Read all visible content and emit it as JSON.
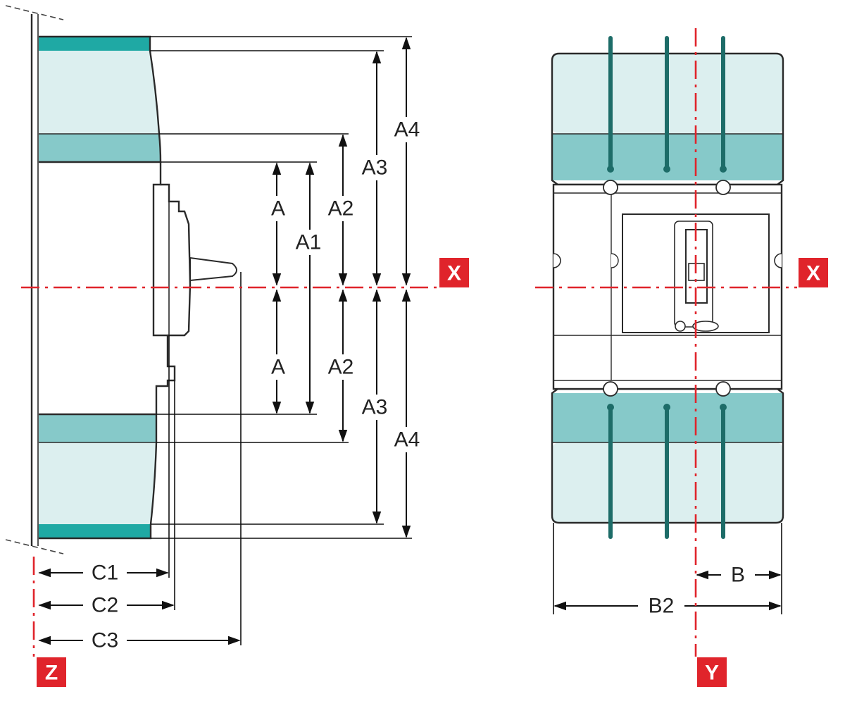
{
  "colors": {
    "light_fill": "#dcefef",
    "dark_fill": "#86c9c9",
    "band_fill": "#1fa9a4",
    "rod": "#1d6c68",
    "axis_red": "#e0242b",
    "label_box": "#e0242b"
  },
  "side_view": {
    "dims": {
      "a_upper": "A",
      "a_lower": "A",
      "a1": "A1",
      "a2_upper": "A2",
      "a2_lower": "A2",
      "a3_upper": "A3",
      "a3_lower": "A3",
      "a4_upper": "A4",
      "a4_lower": "A4",
      "c1": "C1",
      "c2": "C2",
      "c3": "C3"
    },
    "axis_x_label": "X",
    "axis_z_label": "Z"
  },
  "front_view": {
    "dims": {
      "b": "B",
      "b2": "B2"
    },
    "axis_x_label": "X",
    "axis_y_label": "Y"
  }
}
